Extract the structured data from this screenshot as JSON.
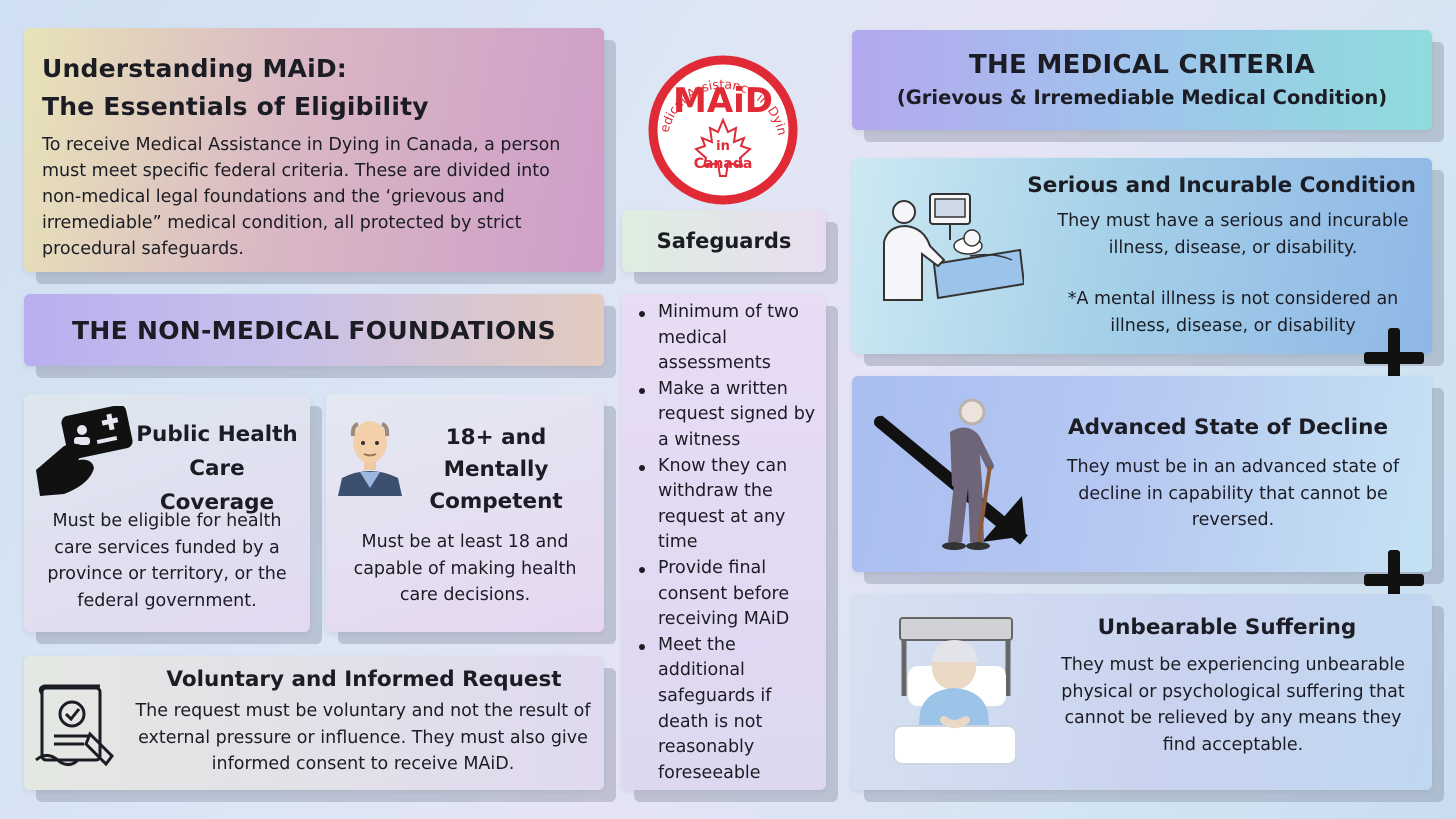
{
  "intro": {
    "title_line1": "Understanding MAiD:",
    "title_line2": "The Essentials of Eligibility",
    "body": "To receive Medical Assistance in Dying in Canada, a person must meet specific federal criteria. These are divided into non-medical legal foundations and the ‘grievous and irremediable” medical condition, all protected by strict procedural safeguards."
  },
  "logo": {
    "arc_text": "Medical Assistance in Dying",
    "main_text": "MAiD",
    "in_text": "in",
    "country_text": "Canada",
    "color": "#e02a36"
  },
  "non_medical": {
    "heading": "THE NON-MEDICAL FOUNDATIONS",
    "public_health": {
      "title_line1": "Public Health",
      "title_line2": "Care Coverage",
      "body": "Must be eligible for health care services funded by a province or territory, or the federal government.",
      "icon": "health-card-icon"
    },
    "age": {
      "title_line1": "18+ and Mentally",
      "title_line2": "Competent",
      "body": "Must be at least 18 and capable of making health care decisions.",
      "icon": "elderly-man-icon"
    },
    "voluntary": {
      "title": "Voluntary and Informed Request",
      "body": "The request must be voluntary and not the result of external pressure or influence. They must also give informed consent to receive MAiD.",
      "icon": "signed-document-icon"
    }
  },
  "safeguards": {
    "heading": "Safeguards",
    "items": [
      "Minimum of two medical assessments",
      "Make a written request signed by a witness",
      "Know they can withdraw the request at any time",
      "Provide final consent before receiving MAiD",
      "Meet the additional safeguards if death is not reasonably foreseeable"
    ]
  },
  "medical": {
    "heading": "THE MEDICAL CRITERIA",
    "subheading": "(Grievous & Irremediable Medical Condition)",
    "serious": {
      "title": "Serious and Incurable Condition",
      "body": "They must have a serious and incurable illness, disease, or disability.",
      "note": "*A mental illness is not considered an illness, disease, or disability",
      "icon": "doctor-patient-icon"
    },
    "decline": {
      "title": "Advanced State of Decline",
      "body": "They must be in an advanced state of decline in capability that cannot be reversed.",
      "icon": "elderly-walker-decline-icon"
    },
    "suffering": {
      "title": "Unbearable Suffering",
      "body": "They must be experiencing unbearable physical or psychological suffering that cannot be relieved by any means they find acceptable.",
      "icon": "patient-in-bed-icon"
    },
    "connector_icon": "plus-icon"
  }
}
